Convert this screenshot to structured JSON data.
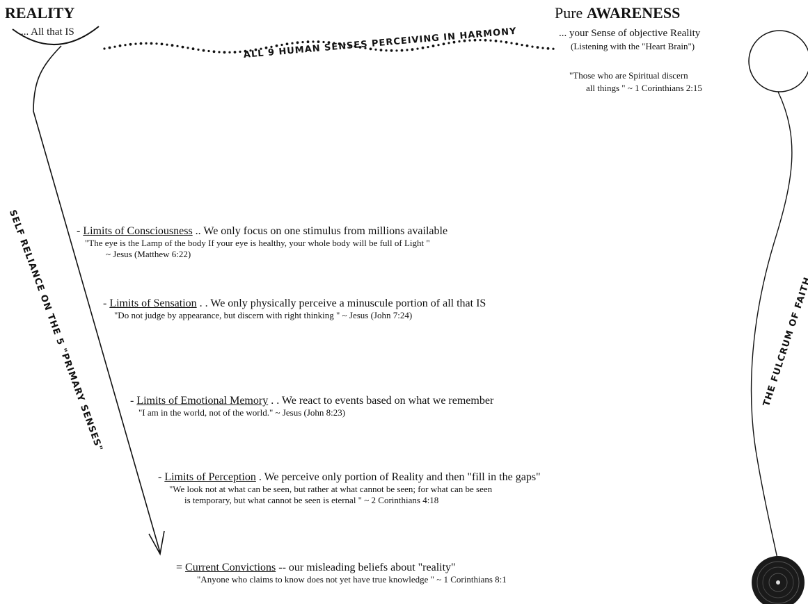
{
  "left_header": {
    "title": "REALITY",
    "subtitle": "... All that IS"
  },
  "right_header": {
    "title_prefix": "Pure ",
    "title_strong": "AWARENESS",
    "line1": "... your Sense of objective Reality",
    "line2": "(Listening with the \"Heart Brain\")",
    "quote_line1": "\"Those who are Spiritual discern",
    "quote_line2": "all things \" ~ 1 Corinthians 2:15"
  },
  "harmony_caption": "ALL 9 HUMAN SENSES PERCEIVING IN HARMONY",
  "left_arrow_label": "SELF RELIANCE ON THE 5 \"PRIMARY SENSES\"",
  "right_curve_label": "THE FULCRUM OF FAITH",
  "limits": [
    {
      "title": "Limits of Consciousness",
      "desc": ".. We only focus on one stimulus from millions available",
      "quote1": "\"The eye is the Lamp of the body  If your eye is healthy, your whole body will be full of Light \"",
      "quote2": "~ Jesus (Matthew 6:22)"
    },
    {
      "title": "Limits of Sensation",
      "desc": ". . We only physically perceive a minuscule portion of all that IS",
      "quote1": "\"Do not judge by appearance, but discern with right thinking \" ~ Jesus (John 7:24)",
      "quote2": ""
    },
    {
      "title": "Limits of Emotional Memory",
      "desc": ". . We react to events based on what we remember",
      "quote1": "\"I am in the world, not of the world.\"  ~ Jesus (John 8:23)",
      "quote2": ""
    },
    {
      "title": "Limits of Perception",
      "desc": ". We perceive only portion of Reality and then \"fill in the gaps\"",
      "quote1": "\"We look not at what can be seen, but rather at what cannot be seen; for what can be seen",
      "quote2": "is temporary, but what cannot be seen is eternal \" ~ 2 Corinthians 4:18"
    }
  ],
  "conclusion": {
    "prefix": "= ",
    "title": "Current Convictions",
    "desc": " -- our misleading beliefs about \"reality\"",
    "quote": "\"Anyone who claims to know does not yet have true knowledge \" ~ 1 Corinthians 8:1"
  }
}
